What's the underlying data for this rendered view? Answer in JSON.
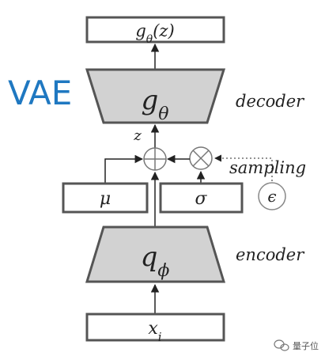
{
  "title": "VAE",
  "nodes": {
    "output": "gθ(z)",
    "decoder_symbol": "gθ",
    "decoder_label": "decoder",
    "z_label": "z",
    "sampling_label": "sampling",
    "mu": "μ",
    "sigma": "σ",
    "epsilon": "ϵ",
    "encoder_symbol": "qϕ",
    "encoder_label": "encoder",
    "input": "xi"
  },
  "watermark": "量子位",
  "colors": {
    "title": "#1f78c1",
    "box_stroke": "#555555",
    "trapezoid_fill": "#d2d2d2",
    "arrow": "#222222"
  },
  "icons": {
    "add": "circle-plus",
    "multiply": "circle-times",
    "watermark": "wechat-icon"
  }
}
